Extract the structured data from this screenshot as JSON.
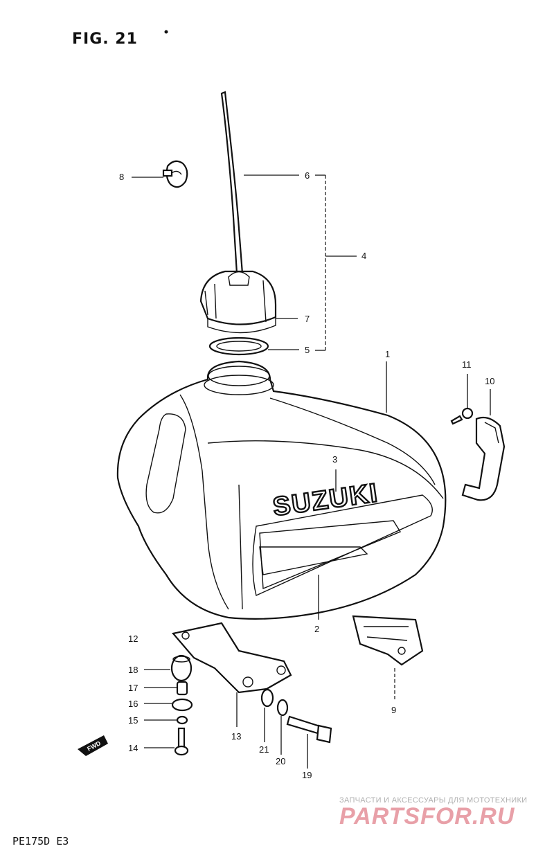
{
  "figure": {
    "title": "FIG. 21"
  },
  "model_code": "PE175D E3",
  "tank_brand": "SUZUKI",
  "fwd_marker": "FWD",
  "callouts": [
    "1",
    "2",
    "3",
    "4",
    "5",
    "6",
    "7",
    "8",
    "9",
    "10",
    "11",
    "12",
    "13",
    "14",
    "15",
    "16",
    "17",
    "18",
    "19",
    "20",
    "21"
  ],
  "watermark": {
    "tagline": "ЗАПЧАСТИ И АКСЕССУАРЫ ДЛЯ МОТОТЕХНИКИ",
    "logo": "PARTSFOR.RU"
  }
}
